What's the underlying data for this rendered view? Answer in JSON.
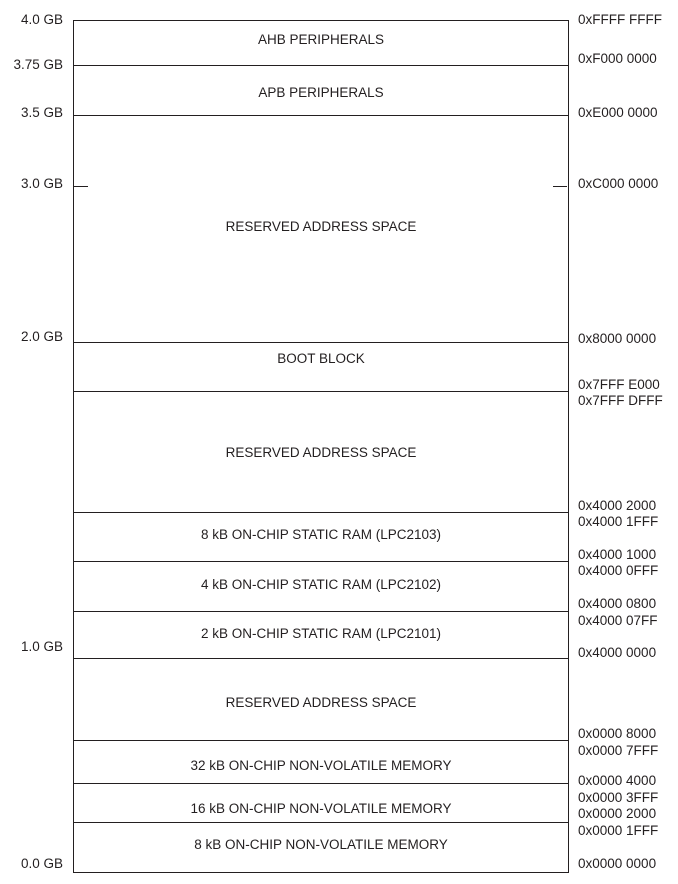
{
  "gb_labels": {
    "gb_4_0": "4.0 GB",
    "gb_3_75": "3.75 GB",
    "gb_3_5": "3.5 GB",
    "gb_3_0": "3.0 GB",
    "gb_2_0": "2.0 GB",
    "gb_1_0": "1.0 GB",
    "gb_0_0": "0.0 GB"
  },
  "regions": {
    "ahb": "AHB PERIPHERALS",
    "apb": "APB PERIPHERALS",
    "reserved_top": "RESERVED ADDRESS SPACE",
    "boot_block": "BOOT BLOCK",
    "reserved_mid": "RESERVED ADDRESS SPACE",
    "sram_8k": "8 kB ON-CHIP STATIC RAM  (LPC2103)",
    "sram_4k": "4 kB ON-CHIP STATIC RAM  (LPC2102)",
    "sram_2k": "2 kB ON-CHIP STATIC RAM  (LPC2101)",
    "reserved_low": "RESERVED ADDRESS SPACE",
    "flash_32k": "32 kB ON-CHIP NON-VOLATILE MEMORY",
    "flash_16k": "16 kB ON-CHIP NON-VOLATILE MEMORY",
    "flash_8k": "8 kB ON-CHIP NON-VOLATILE MEMORY"
  },
  "addresses": {
    "a_ffff_ffff": "0xFFFF FFFF",
    "a_f000_0000": "0xF000 0000",
    "a_e000_0000": "0xE000 0000",
    "a_c000_0000": "0xC000 0000",
    "a_8000_0000": "0x8000 0000",
    "a_7fff_e000": "0x7FFF E000",
    "a_7fff_dfff": "0x7FFF DFFF",
    "a_4000_2000": "0x4000 2000",
    "a_4000_1fff": "0x4000 1FFF",
    "a_4000_1000": "0x4000 1000",
    "a_4000_0fff": "0x4000 0FFF",
    "a_4000_0800": "0x4000 0800",
    "a_4000_07ff": "0x4000 07FF",
    "a_4000_0000": "0x4000 0000",
    "a_0000_8000": "0x0000 8000",
    "a_0000_7fff": "0x0000 7FFF",
    "a_0000_4000": "0x0000 4000",
    "a_0000_3fff": "0x0000 3FFF",
    "a_0000_2000": "0x0000 2000",
    "a_0000_1fff": "0x0000 1FFF",
    "a_0000_0000": "0x0000 0000"
  }
}
